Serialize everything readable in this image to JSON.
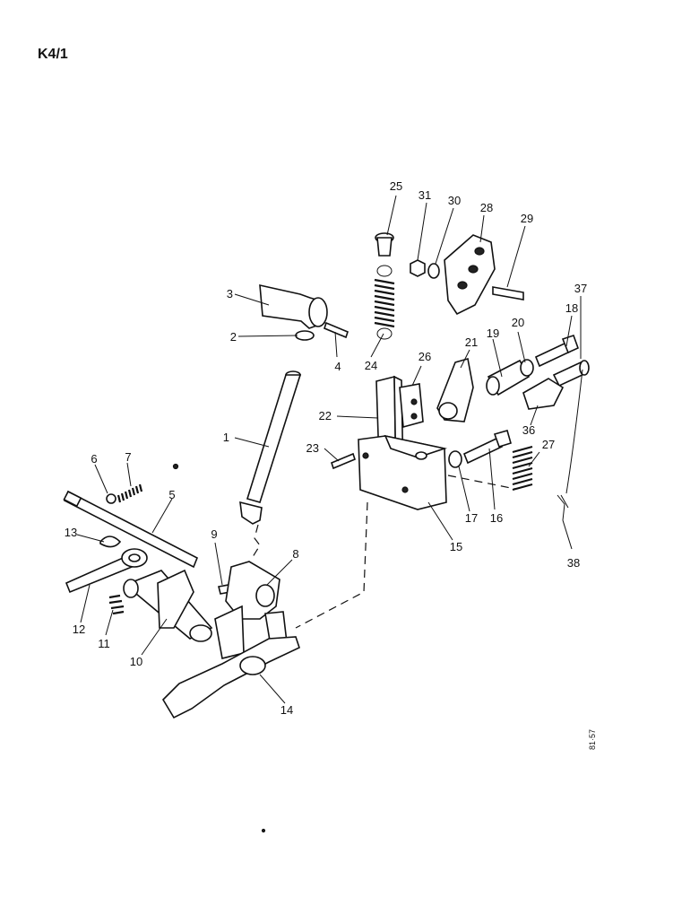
{
  "page": {
    "label": "K4/1",
    "ref_code": "81·57"
  },
  "diagram": {
    "callouts": [
      "1",
      "2",
      "3",
      "4",
      "5",
      "6",
      "7",
      "8",
      "9",
      "10",
      "11",
      "12",
      "13",
      "14",
      "15",
      "16",
      "17",
      "18",
      "19",
      "20",
      "21",
      "22",
      "23",
      "24",
      "25",
      "26",
      "27",
      "28",
      "29",
      "30",
      "31",
      "36",
      "37",
      "38"
    ]
  }
}
